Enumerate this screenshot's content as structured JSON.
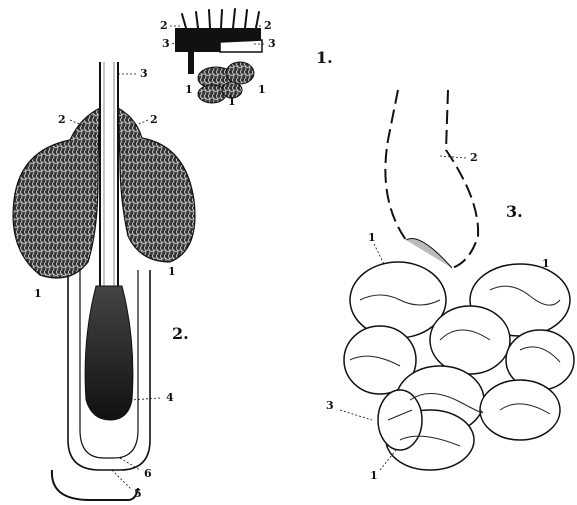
{
  "figure": {
    "fig1": {
      "number": "1.",
      "callouts": {
        "c2_left": "2",
        "c2_right": "2",
        "c3_left": "3",
        "c3_right": "3",
        "c1_a": "1",
        "c1_b": "1",
        "c1_c": "1"
      }
    },
    "fig2": {
      "number": "2.",
      "callouts": {
        "c3": "3",
        "c2_left": "2",
        "c2_right": "2",
        "c1_left": "1",
        "c1_right": "1",
        "c4": "4",
        "c6": "6",
        "c5": "5"
      }
    },
    "fig3": {
      "number": "3.",
      "callouts": {
        "c2": "2",
        "c1_left": "1",
        "c1_right": "1",
        "c3": "3",
        "c1_bottom": "1"
      }
    }
  },
  "colors": {
    "ink": "#111111",
    "paper": "#ffffff",
    "shade": "#555555"
  }
}
